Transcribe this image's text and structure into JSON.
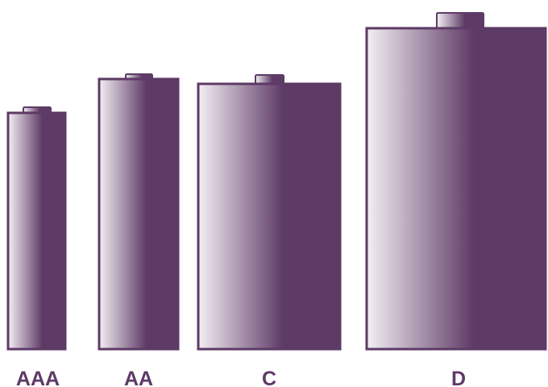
{
  "colors": {
    "fill_dark": "#5e3a66",
    "fill_light": "#f3eff4",
    "label": "#5e3a66",
    "background": "#ffffff"
  },
  "batteries": [
    {
      "id": "aaa",
      "label": "AAA"
    },
    {
      "id": "aa",
      "label": "AA"
    },
    {
      "id": "c",
      "label": "C"
    },
    {
      "id": "d",
      "label": "D"
    }
  ]
}
